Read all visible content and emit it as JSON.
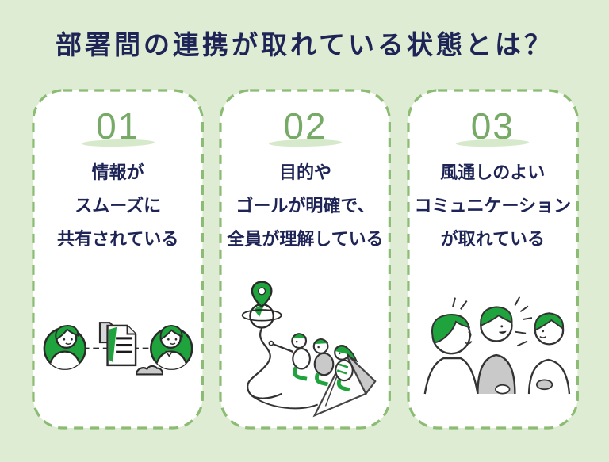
{
  "title": "部署間の連携が取れている状態とは？",
  "colors": {
    "background": "#deecd4",
    "card_background": "#ffffff",
    "card_border_green": "#8cbc74",
    "text_navy": "#1e2556",
    "number_green": "#76aa66",
    "swoosh_green": "#d6e9cb",
    "illustration_green": "#1fa33c",
    "illustration_gray": "#c9c9c9",
    "outline_dark": "#2a2a2a"
  },
  "cards": [
    {
      "number": "01",
      "lines": [
        "情報が",
        "スムーズに",
        "共有されている"
      ],
      "illustration": "information-sharing-illustration"
    },
    {
      "number": "02",
      "lines": [
        "目的や",
        "ゴールが明確で、",
        "全員が理解している"
      ],
      "illustration": "shared-goal-illustration"
    },
    {
      "number": "03",
      "lines": [
        "風通しのよい",
        "コミュニケーション",
        "が取れている"
      ],
      "illustration": "open-communication-illustration"
    }
  ]
}
